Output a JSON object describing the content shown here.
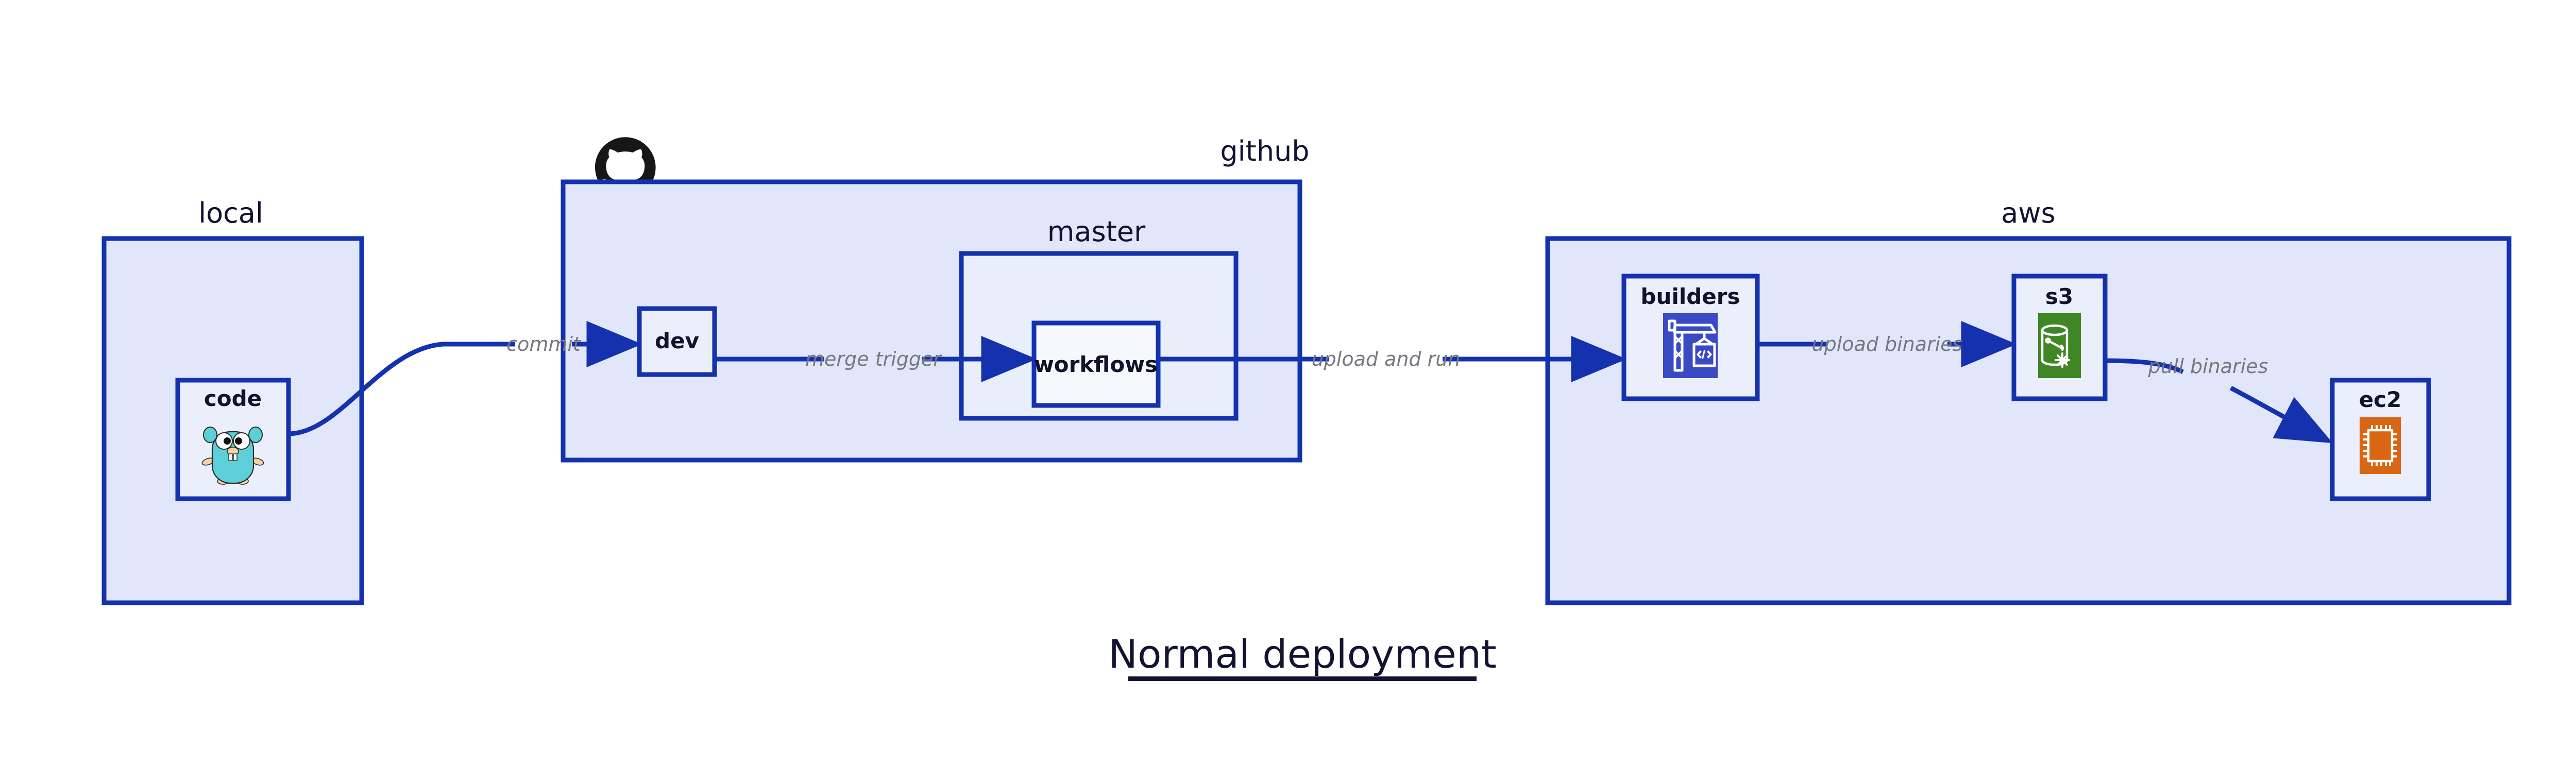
{
  "title": "Normal deployment",
  "colors": {
    "group_border": "#1431ae",
    "group_fill": "#e1e6fa",
    "node_border": "#1431ae",
    "node_fill": "#eaeffb",
    "node_fill_light": "#f6f8fe",
    "edge": "#1431ae",
    "edge_label": "#76787f",
    "text": "#121331",
    "codebuild_icon": "#3a4ac4",
    "s3_icon": "#3f8624",
    "ec2_icon": "#d86613",
    "gopher_body": "#5ccfd8",
    "gopher_snout": "#f6d2a2",
    "octocat": "#181717"
  },
  "groups": [
    {
      "id": "local",
      "label": "local",
      "label_align": "center"
    },
    {
      "id": "github",
      "label": "github",
      "label_align": "right"
    },
    {
      "id": "master",
      "label": "master",
      "label_align": "center"
    },
    {
      "id": "aws",
      "label": "aws",
      "label_align": "center"
    }
  ],
  "nodes": [
    {
      "id": "code",
      "label": "code",
      "icon": "go-gopher-icon"
    },
    {
      "id": "dev",
      "label": "dev",
      "icon": null
    },
    {
      "id": "workflows",
      "label": "workflows",
      "icon": null
    },
    {
      "id": "builders",
      "label": "builders",
      "icon": "aws-codebuild-icon"
    },
    {
      "id": "s3",
      "label": "s3",
      "icon": "aws-s3-glacier-icon"
    },
    {
      "id": "ec2",
      "label": "ec2",
      "icon": "aws-ec2-icon"
    }
  ],
  "edges": [
    {
      "id": "commit",
      "label": "commit",
      "from": "code",
      "to": "dev"
    },
    {
      "id": "merge-trigger",
      "label": "merge trigger",
      "from": "dev",
      "to": "workflows"
    },
    {
      "id": "upload-and-run",
      "label": "upload and run",
      "from": "workflows",
      "to": "builders"
    },
    {
      "id": "upload-binaries",
      "label": "upload binaries",
      "from": "builders",
      "to": "s3"
    },
    {
      "id": "pull-binaries",
      "label": "pull binaries",
      "from": "s3",
      "to": "ec2"
    }
  ],
  "icons": {
    "octocat": "github-octocat-icon"
  }
}
